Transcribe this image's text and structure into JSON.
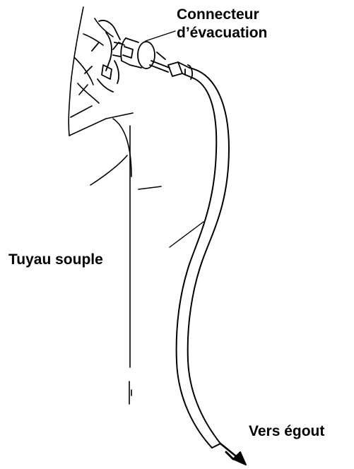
{
  "labels": {
    "connector_line1": "Connecteur",
    "connector_line2": "d’évacuation",
    "hose": "Tuyau souple",
    "drain": "Vers égout"
  },
  "colors": {
    "ink": "#000000",
    "paper": "#ffffff"
  }
}
